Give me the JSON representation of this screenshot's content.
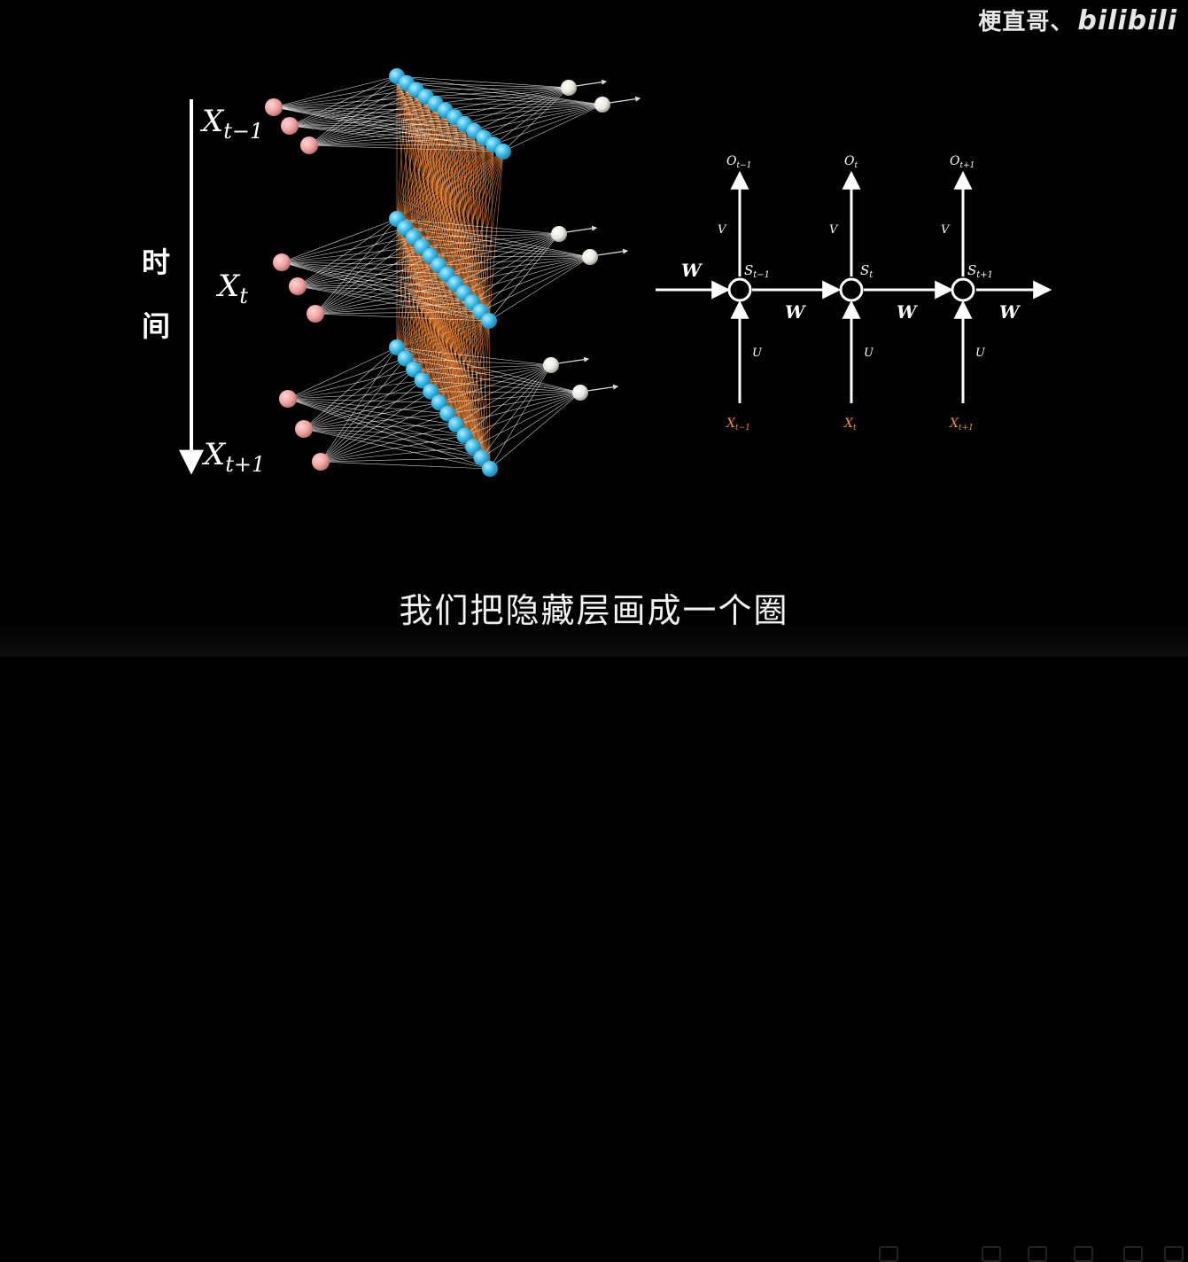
{
  "watermark": {
    "author": "梗直哥、",
    "logo": "bilibili"
  },
  "subtitle": "我们把隐藏层画成一个圈",
  "left_panel": {
    "time_label_chars": [
      "时",
      "间"
    ],
    "layer_labels": [
      {
        "base": "X",
        "sub": "t−1"
      },
      {
        "base": "X",
        "sub": "t"
      },
      {
        "base": "X",
        "sub": "t+1"
      }
    ],
    "colors": {
      "input_node": "#f0a0a0",
      "hidden_node": "#36b8e6",
      "output_node": "#e8e8e0",
      "recurrent_links": "#f28a3c",
      "links": "#ffffff"
    }
  },
  "rnn_diagram": {
    "steps": [
      {
        "output": {
          "base": "O",
          "sub": "t−1"
        },
        "state": {
          "base": "S",
          "sub": "t−1"
        },
        "input": {
          "base": "X",
          "sub": "t−1"
        },
        "v": "V",
        "u": "U"
      },
      {
        "output": {
          "base": "O",
          "sub": "t"
        },
        "state": {
          "base": "S",
          "sub": "t"
        },
        "input": {
          "base": "X",
          "sub": "t"
        },
        "v": "V",
        "u": "U"
      },
      {
        "output": {
          "base": "O",
          "sub": "t+1"
        },
        "state": {
          "base": "S",
          "sub": "t+1"
        },
        "input": {
          "base": "X",
          "sub": "t+1"
        },
        "v": "V",
        "u": "U"
      }
    ],
    "w_labels": [
      "W",
      "W",
      "W",
      "W"
    ],
    "colors": {
      "input_label": "#f28a3c",
      "line": "#ffffff"
    }
  }
}
